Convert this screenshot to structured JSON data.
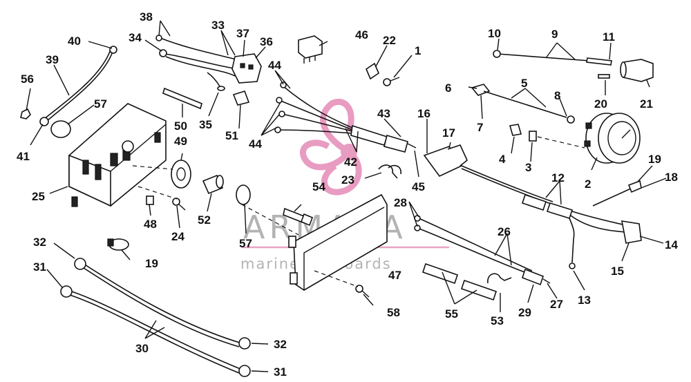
{
  "watermark": {
    "brand": "ARMADA",
    "tagline": "marine outboards",
    "logo_color": "#e48bb7",
    "text_color": "#9a9a9a"
  },
  "callouts": {
    "n1": "1",
    "n2": "2",
    "n3": "3",
    "n4": "4",
    "n5": "5",
    "n6": "6",
    "n7": "7",
    "n8": "8",
    "n9": "9",
    "n10": "10",
    "n11": "11",
    "n12": "12",
    "n13": "13",
    "n14": "14",
    "n15": "15",
    "n16": "16",
    "n17": "17",
    "n18": "18",
    "n19a": "19",
    "n19b": "19",
    "n20": "20",
    "n21": "21",
    "n22": "22",
    "n23": "23",
    "n24": "24",
    "n25": "25",
    "n26": "26",
    "n27": "27",
    "n28": "28",
    "n29": "29",
    "n30": "30",
    "n31a": "31",
    "n31b": "31",
    "n32a": "32",
    "n32b": "32",
    "n33": "33",
    "n34": "34",
    "n35": "35",
    "n36": "36",
    "n37": "37",
    "n38": "38",
    "n39": "39",
    "n40": "40",
    "n41": "41",
    "n42": "42",
    "n43": "43",
    "n44a": "44",
    "n44b": "44",
    "n45": "45",
    "n46": "46",
    "n47": "47",
    "n48": "48",
    "n49": "49",
    "n50": "50",
    "n51": "51",
    "n52": "52",
    "n53": "53",
    "n54": "54",
    "n55": "55",
    "n56": "56",
    "n57a": "57",
    "n57b": "57",
    "n58": "58"
  }
}
